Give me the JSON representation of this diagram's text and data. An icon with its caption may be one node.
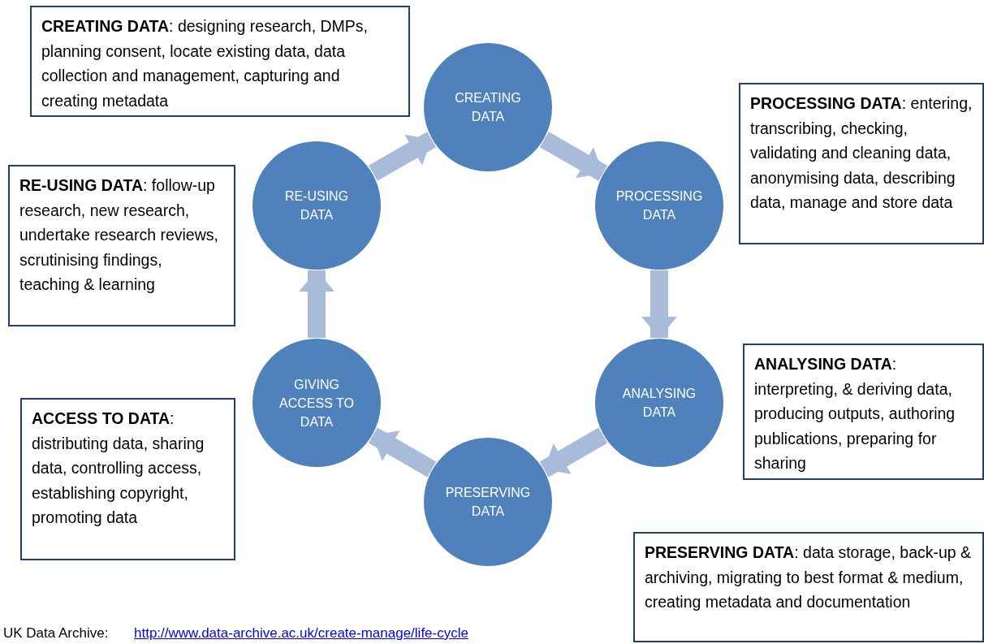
{
  "diagram": {
    "nodes": [
      {
        "text": [
          "CREATING DATA"
        ]
      },
      {
        "text": [
          "PROCESSING DATA"
        ]
      },
      {
        "text": [
          "ANALYSING DATA"
        ]
      },
      {
        "text": [
          "PRESERVING DATA"
        ]
      },
      {
        "text": [
          "GIVING ACCESS TO DATA"
        ]
      },
      {
        "text": [
          "RE-USING DATA"
        ]
      },
      {
        "text": [
          "**CREATING DATA**: designing research, DMPs, planning consent, locate existing data, data collection and management, capturing and creating metadata"
        ]
      },
      {
        "text": [
          "**PROCESSING DATA**: entering, transcribing, checking, validating and cleaning data, anonymising data, describing data, manage and store data"
        ]
      },
      {
        "text": [
          "**RE-USING DATA**: follow-up research, new research, undertake research reviews, scrutinising findings, teaching & learning"
        ]
      },
      {
        "text": [
          "**ANALYSING DATA**: interpreting, & deriving data, producing outputs, authoring publications, preparing for sharing"
        ]
      },
      {
        "text": [
          "**ACCESS TO DATA**: distributing data, sharing data, controlling access, establishing copyright, promoting data"
        ]
      },
      {
        "text": [
          "**PRESERVING DATA**: data storage, back-up & archiving, migrating to best format & medium, creating metadata and documentation"
        ]
      }
    ],
    "edges": [
      {
        "from": 0,
        "to": 1,
        "arrow": "to"
      },
      {
        "from": 1,
        "to": 2,
        "arrow": "to"
      },
      {
        "from": 2,
        "to": 3,
        "arrow": "to"
      },
      {
        "from": 3,
        "to": 4,
        "arrow": "to"
      },
      {
        "from": 4,
        "to": 5,
        "arrow": "to"
      },
      {
        "from": 5,
        "to": 0,
        "arrow": "to"
      }
    ],
    "labels": [
      "UK Data Archive:",
      "http://www.data-archive.ac.uk/create-manage/life-cycle"
    ]
  }
}
